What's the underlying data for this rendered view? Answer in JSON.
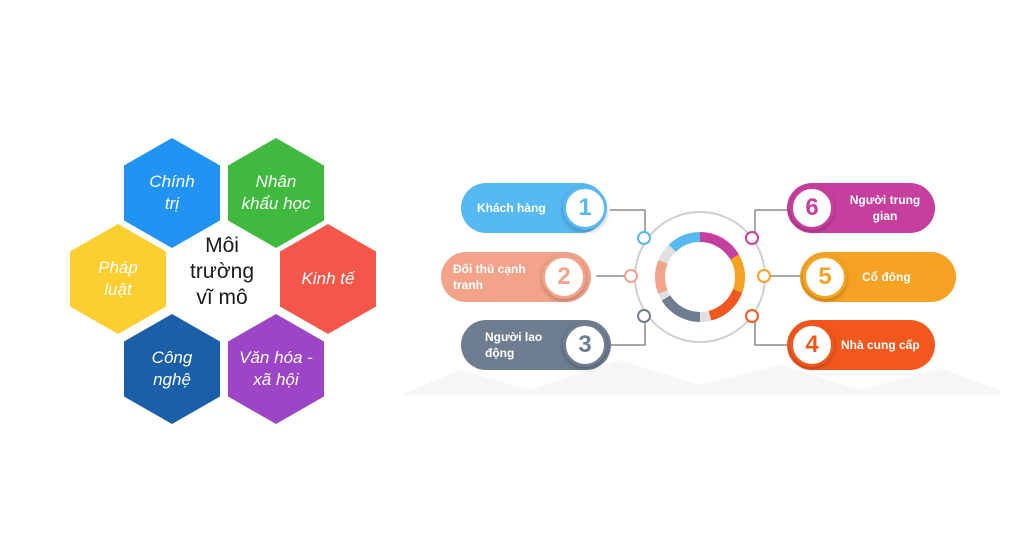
{
  "hexagon_diagram": {
    "center": "Môi\ntrường\nvĩ mô",
    "items": [
      {
        "label": "Chính\ntrị",
        "color": "#2193f3"
      },
      {
        "label": "Nhân\nkhẩu học",
        "color": "#3fba3f"
      },
      {
        "label": "Kinh tế",
        "color": "#f4574a"
      },
      {
        "label": "Văn hóa -\nxã hội",
        "color": "#9c45c6"
      },
      {
        "label": "Công\nnghệ",
        "color": "#1a5fa8"
      },
      {
        "label": "Pháp\nluật",
        "color": "#fcce2f"
      }
    ]
  },
  "stakeholder_diagram": {
    "items": [
      {
        "number": "1",
        "label": "Khách hàng",
        "color": "#57b9f2"
      },
      {
        "number": "2",
        "label": "Đối thủ cạnh\ntranh",
        "color": "#f2a38a"
      },
      {
        "number": "3",
        "label": "Người lao\nđộng",
        "color": "#6f7d91"
      },
      {
        "number": "4",
        "label": "Nhà cung cấp",
        "color": "#f2581e"
      },
      {
        "number": "5",
        "label": "Cổ đông",
        "color": "#f6a323"
      },
      {
        "number": "6",
        "label": "Người trung\ngian",
        "color": "#c73f9e"
      }
    ]
  }
}
